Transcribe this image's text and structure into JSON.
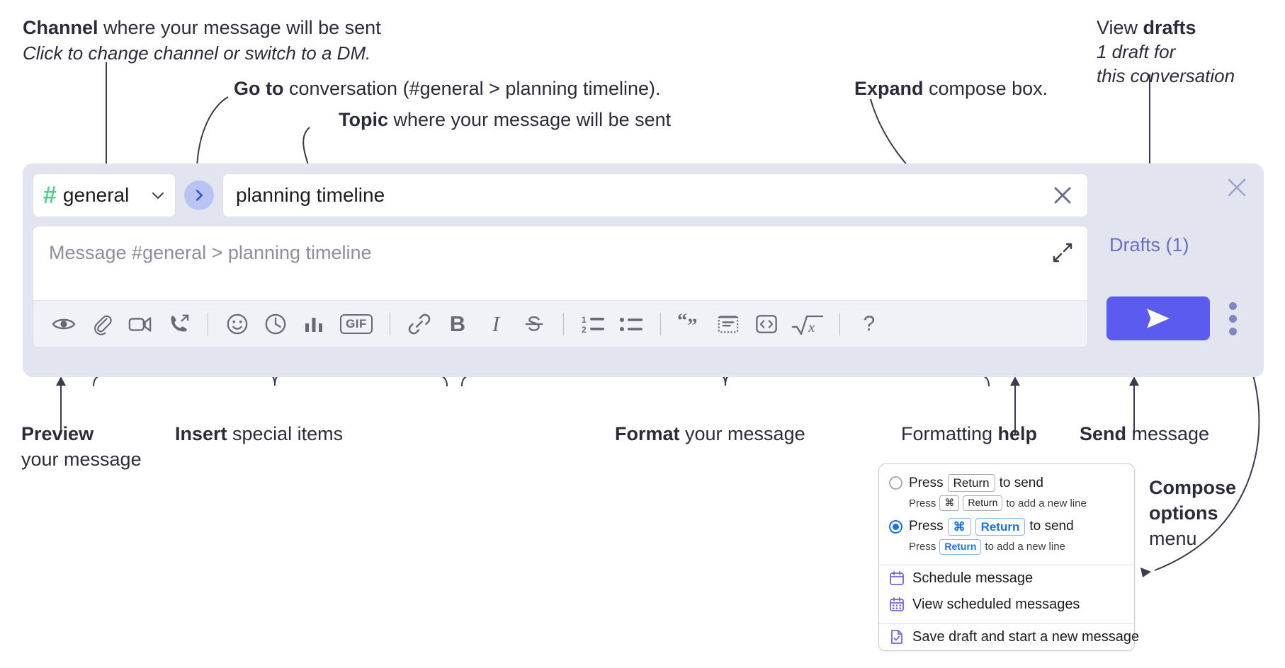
{
  "annotations": {
    "channel": {
      "bold": "Channel",
      "rest": " where your message will be sent",
      "sub": "Click to change channel or switch to a DM."
    },
    "goto": {
      "bold": "Go to",
      "rest": " conversation (#general > planning timeline)."
    },
    "topic": {
      "bold": "Topic",
      "rest": " where your message will be sent"
    },
    "expand": {
      "bold": "Expand",
      "rest": " compose box."
    },
    "drafts": {
      "pre": "View ",
      "bold": "drafts",
      "sub1": "1 draft for",
      "sub2": "this conversation"
    },
    "preview": {
      "bold": "Preview",
      "line2": "your message"
    },
    "insert": {
      "bold": "Insert",
      "rest": " special items"
    },
    "format": {
      "bold": "Format",
      "rest": " your message"
    },
    "help": {
      "pre": "Formatting ",
      "bold": "help"
    },
    "send": {
      "bold": "Send",
      "rest": " message"
    },
    "compose_options": {
      "bold1": "Compose",
      "bold2": "options",
      "rest": "menu"
    }
  },
  "compose": {
    "channel_name": "general",
    "hash_symbol": "#",
    "topic_value": "planning timeline",
    "message_placeholder": "Message #general > planning timeline",
    "drafts_label": "Drafts (1)",
    "gif_label": "GIF",
    "bold_label": "B",
    "italic_label": "I",
    "strike_label": "S",
    "help_label": "?",
    "toolbar_items": [
      {
        "name": "preview-icon",
        "label": "Preview"
      },
      {
        "name": "attachment-icon",
        "label": "Attach file"
      },
      {
        "name": "video-icon",
        "label": "Record video clip"
      },
      {
        "name": "audio-call-icon",
        "label": "Record audio clip"
      },
      {
        "name": "emoji-icon",
        "label": "Emoji"
      },
      {
        "name": "clock-icon",
        "label": "Reminder"
      },
      {
        "name": "poll-icon",
        "label": "Poll"
      },
      {
        "name": "gif-icon",
        "label": "GIF"
      },
      {
        "name": "link-icon",
        "label": "Link"
      },
      {
        "name": "bold-icon",
        "label": "Bold"
      },
      {
        "name": "italic-icon",
        "label": "Italic"
      },
      {
        "name": "strikethrough-icon",
        "label": "Strikethrough"
      },
      {
        "name": "ordered-list-icon",
        "label": "Ordered list"
      },
      {
        "name": "bullet-list-icon",
        "label": "Bulleted list"
      },
      {
        "name": "blockquote-icon",
        "label": "Blockquote"
      },
      {
        "name": "code-block-icon",
        "label": "Code block"
      },
      {
        "name": "inline-code-icon",
        "label": "Code"
      },
      {
        "name": "latex-icon",
        "label": "LaTeX"
      },
      {
        "name": "help-icon",
        "label": "Formatting help"
      }
    ]
  },
  "menu": {
    "options": [
      {
        "selected": false,
        "press": "Press",
        "keys": [
          "Return"
        ],
        "tail": "to send",
        "sub_press": "Press",
        "sub_keys": [
          "⌘",
          "Return"
        ],
        "sub_tail": "to add a new line"
      },
      {
        "selected": true,
        "press": "Press",
        "keys": [
          "⌘",
          "Return"
        ],
        "tail": "to send",
        "sub_press": "Press",
        "sub_keys": [
          "Return"
        ],
        "sub_tail": "to add a new line"
      }
    ],
    "items": [
      {
        "icon": "calendar-icon",
        "label": "Schedule message"
      },
      {
        "icon": "calendar-grid-icon",
        "label": "View scheduled messages"
      },
      {
        "icon": "save-draft-icon",
        "label": "Save draft and start a new message"
      }
    ]
  },
  "colors": {
    "panel_bg": "#e2e4f0",
    "accent_send": "#5b5bf0",
    "hash_green": "#5bcc8a",
    "drafts_purple": "#6a6fc4",
    "goto_circle": "#b9c4f2",
    "radio_blue": "#1a73e8",
    "menu_icon_purple": "#7b61d6"
  }
}
